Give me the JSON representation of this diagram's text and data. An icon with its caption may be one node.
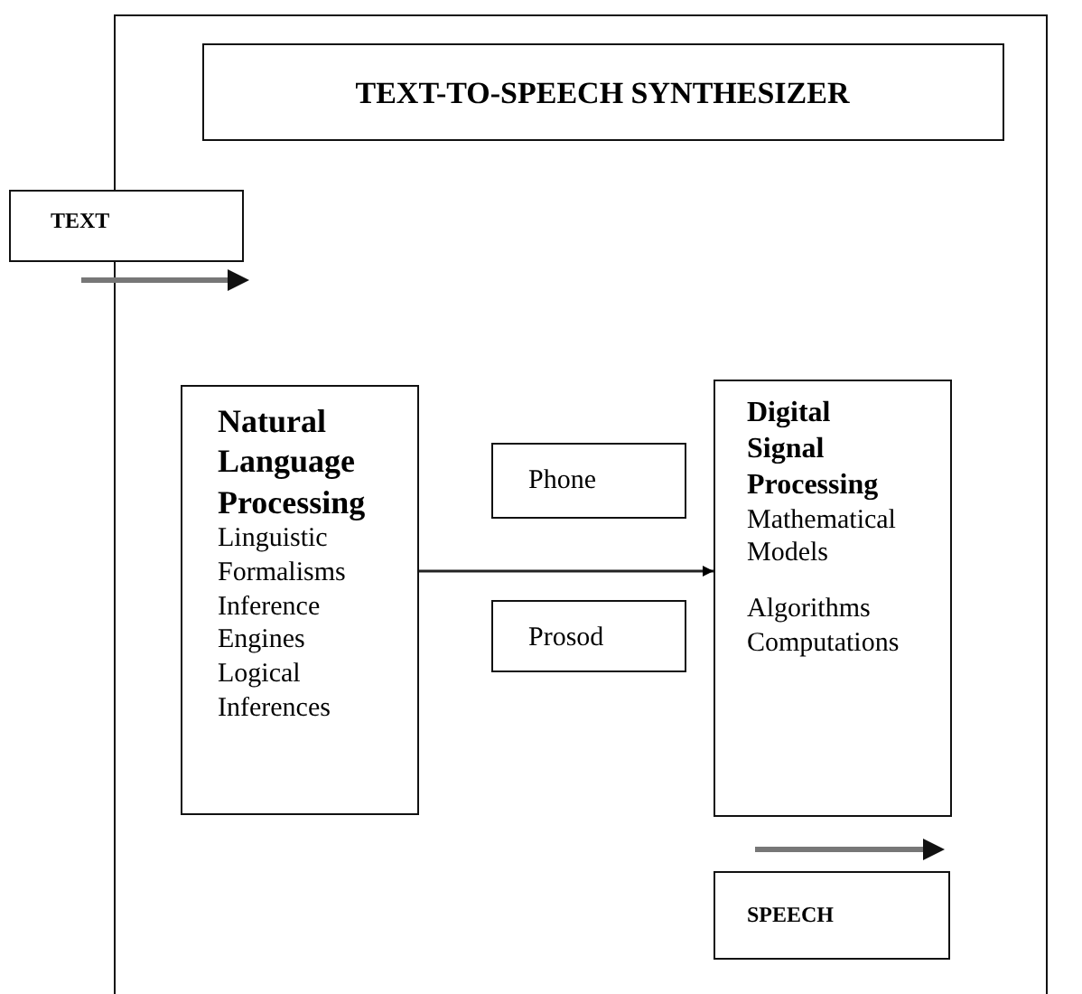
{
  "diagram": {
    "nodes": [
      {
        "text": [],
        "shape": "box"
      },
      {
        "text": [
          "TEXT-TO-SPEECH SYNTHESIZER"
        ],
        "in": 0
      },
      {
        "text": [
          "TEXT"
        ]
      },
      {
        "text": [
          "Natural Language Processing",
          "Linguistic Formalisms",
          "Inference Engines",
          "Logical Inferences"
        ],
        "in": 0
      },
      {
        "text": [
          "Phone"
        ],
        "in": 0
      },
      {
        "text": [
          "Prosod"
        ],
        "in": 0
      },
      {
        "text": [
          "Digital Signal Processing",
          "Mathematical Models",
          "Algorithms",
          "Computations"
        ],
        "in": 0
      },
      {
        "text": [
          "SPEECH"
        ],
        "in": 0
      }
    ],
    "edges": [
      {
        "from": 3,
        "to": 6,
        "arrow": "to"
      }
    ]
  }
}
